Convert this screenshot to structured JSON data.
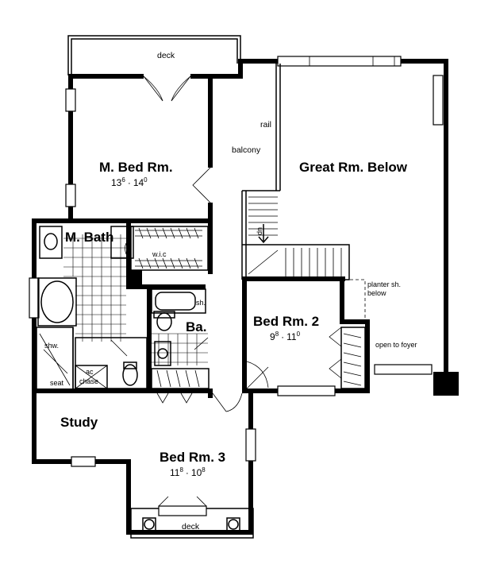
{
  "rooms": {
    "master_bed": {
      "label": "M. Bed Rm.",
      "dim_a": "13",
      "dim_a_sup": "6",
      "sep": "·",
      "dim_b": "14",
      "dim_b_sup": "0"
    },
    "great_room": {
      "label": "Great Rm. Below"
    },
    "master_bath": {
      "label": "M. Bath"
    },
    "bath": {
      "label": "Ba."
    },
    "bed2": {
      "label": "Bed Rm. 2",
      "dim_a": "9",
      "dim_a_sup": "8",
      "sep": "·",
      "dim_b": "11",
      "dim_b_sup": "0"
    },
    "study": {
      "label": "Study"
    },
    "bed3": {
      "label": "Bed Rm. 3",
      "dim_a": "11",
      "dim_a_sup": "8",
      "sep": "·",
      "dim_b": "10",
      "dim_b_sup": "8"
    }
  },
  "notes": {
    "deck_top": "deck",
    "deck_bottom": "deck",
    "rail": "rail",
    "balcony": "balcony",
    "stair_dn": "dn",
    "wic": "w.i.c",
    "shower_bath": "sh.",
    "shower_master": "shw.",
    "seat": "seat",
    "ac_chase_1": "ac",
    "ac_chase_2": "chase",
    "planter_1": "planter sh.",
    "planter_2": "below",
    "open_to_foyer": "open to foyer"
  }
}
